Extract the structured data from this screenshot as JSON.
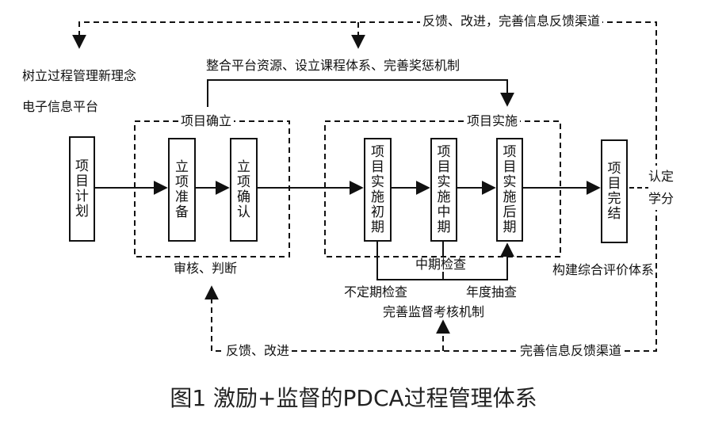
{
  "top_feedback": "反馈、改进，完善信息反馈渠道",
  "left_notes": [
    "树立过程管理新理念",
    "电子信息平台"
  ],
  "integrate_label": "整合平台资源、设立课程体系、完善奖惩机制",
  "group_establish": "项目确立",
  "group_implement": "项目实施",
  "boxes": {
    "plan": "项目计划",
    "prep": "立项准备",
    "confirm": "立项确认",
    "early": "项目实施初期",
    "mid": "项目实施中期",
    "late": "项目实施后期",
    "done": "项目完结"
  },
  "review_label": "审核、判断",
  "midcheck_label": "中期检查",
  "irregular_label": "不定期检查",
  "annual_label": "年度抽查",
  "supervise_label": "完善监督考核机制",
  "eval_label": "构建综合评价体系",
  "credit_label": "认定学分",
  "bottom_feedback_left": "反馈、改进",
  "bottom_feedback_right": "完善信息反馈渠道",
  "caption": "图1 激励+监督的PDCA过程管理体系"
}
